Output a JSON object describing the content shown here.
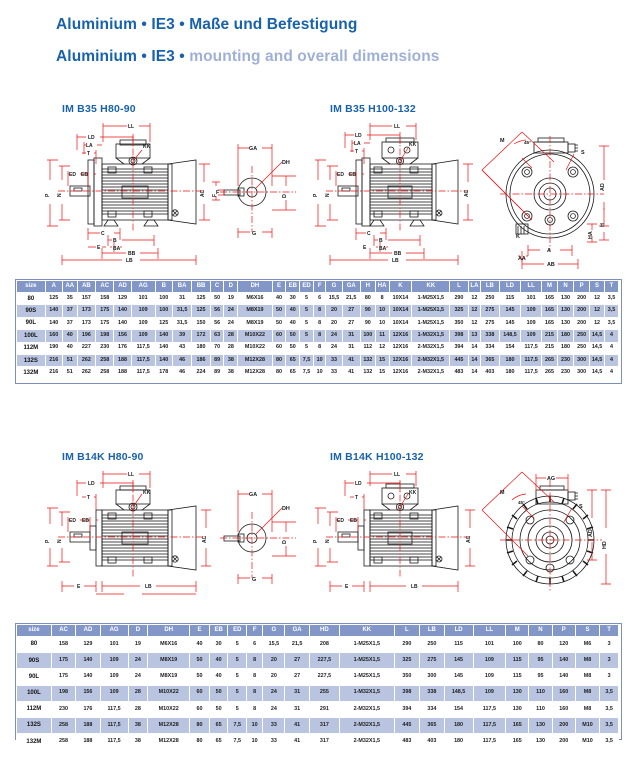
{
  "header": {
    "title_de": "Aluminium • IE3 • Maße und Befestigung",
    "title_en_prefix": "Aluminium • IE3 •",
    "title_en_rest": " mounting and overall dimensions"
  },
  "sections": [
    {
      "id": "b35-h80-90",
      "label": "IM B35 H80-90"
    },
    {
      "id": "b35-h100-132",
      "label": "IM B35 H100-132"
    },
    {
      "id": "b14k-h80-90",
      "label": "IM B14K H80-90"
    },
    {
      "id": "b14k-h100-132",
      "label": "IM B14K H100-132"
    }
  ],
  "drawing_labels": {
    "side_view": [
      "LD",
      "LL",
      "KK",
      "LA",
      "T",
      "ED",
      "EB",
      "P",
      "N",
      "AC",
      "F",
      "C",
      "B",
      "BA",
      "BB",
      "LB",
      "L",
      "E"
    ],
    "shaft_detail": [
      "GA",
      "DH",
      "D",
      "G",
      "F"
    ],
    "flange_b35": [
      "M",
      "45°",
      "S",
      "AD",
      "H",
      "K",
      "A",
      "AA",
      "AB"
    ],
    "flange_b14k": [
      "AG",
      "M",
      "45°",
      "S",
      "AD",
      "HD"
    ]
  },
  "table_b35": {
    "columns": [
      "size",
      "A",
      "AA",
      "AB",
      "AC",
      "AD",
      "AG",
      "B",
      "BA",
      "BB",
      "C",
      "D",
      "DH",
      "E",
      "EB",
      "ED",
      "F",
      "G",
      "GA",
      "H",
      "HA",
      "K",
      "KK",
      "L",
      "LA",
      "LB",
      "LD",
      "LL",
      "M",
      "N",
      "P",
      "S",
      "T"
    ],
    "rows": [
      [
        "80",
        "125",
        "35",
        "157",
        "158",
        "129",
        "101",
        "100",
        "31",
        "125",
        "50",
        "19",
        "M6X16",
        "40",
        "30",
        "5",
        "6",
        "15,5",
        "21,5",
        "80",
        "8",
        "10X14",
        "1-M25X1,5",
        "290",
        "12",
        "250",
        "115",
        "101",
        "165",
        "130",
        "200",
        "12",
        "3,5"
      ],
      [
        "90S",
        "140",
        "37",
        "173",
        "175",
        "140",
        "109",
        "100",
        "31,5",
        "125",
        "56",
        "24",
        "M8X19",
        "50",
        "40",
        "5",
        "8",
        "20",
        "27",
        "90",
        "10",
        "10X14",
        "1-M25X1,5",
        "325",
        "12",
        "275",
        "145",
        "109",
        "165",
        "130",
        "200",
        "12",
        "3,5"
      ],
      [
        "90L",
        "140",
        "37",
        "173",
        "175",
        "140",
        "109",
        "125",
        "31,5",
        "150",
        "56",
        "24",
        "M8X19",
        "50",
        "40",
        "5",
        "8",
        "20",
        "27",
        "90",
        "10",
        "10X14",
        "1-M25X1,5",
        "350",
        "12",
        "275",
        "145",
        "109",
        "165",
        "130",
        "200",
        "12",
        "3,5"
      ],
      [
        "100L",
        "160",
        "40",
        "196",
        "198",
        "156",
        "109",
        "140",
        "39",
        "172",
        "63",
        "28",
        "M10X22",
        "60",
        "50",
        "5",
        "8",
        "24",
        "31",
        "100",
        "11",
        "12X16",
        "1-M32X1,5",
        "398",
        "13",
        "338",
        "148,5",
        "109",
        "215",
        "180",
        "250",
        "14,5",
        "4"
      ],
      [
        "112M",
        "190",
        "40",
        "227",
        "230",
        "176",
        "117,5",
        "140",
        "43",
        "180",
        "70",
        "28",
        "M10X22",
        "60",
        "50",
        "5",
        "8",
        "24",
        "31",
        "112",
        "12",
        "12X16",
        "2-M32X1,5",
        "394",
        "14",
        "334",
        "154",
        "117,5",
        "215",
        "180",
        "250",
        "14,5",
        "4"
      ],
      [
        "132S",
        "216",
        "51",
        "262",
        "258",
        "188",
        "117,5",
        "140",
        "46",
        "186",
        "89",
        "38",
        "M12X28",
        "80",
        "65",
        "7,5",
        "10",
        "33",
        "41",
        "132",
        "15",
        "12X16",
        "2-M32X1,5",
        "445",
        "14",
        "365",
        "180",
        "117,5",
        "265",
        "230",
        "300",
        "14,5",
        "4"
      ],
      [
        "132M",
        "216",
        "51",
        "262",
        "258",
        "188",
        "117,5",
        "178",
        "46",
        "224",
        "89",
        "38",
        "M12X28",
        "80",
        "65",
        "7,5",
        "10",
        "33",
        "41",
        "132",
        "15",
        "12X16",
        "2-M32X1,5",
        "483",
        "14",
        "403",
        "180",
        "117,5",
        "265",
        "230",
        "300",
        "14,5",
        "4"
      ]
    ]
  },
  "table_b14k": {
    "columns": [
      "size",
      "AC",
      "AD",
      "AG",
      "D",
      "DH",
      "E",
      "EB",
      "ED",
      "F",
      "G",
      "GA",
      "HD",
      "KK",
      "L",
      "LB",
      "LD",
      "LL",
      "M",
      "N",
      "P",
      "S",
      "T"
    ],
    "rows": [
      [
        "80",
        "158",
        "129",
        "101",
        "19",
        "M6X16",
        "40",
        "30",
        "5",
        "6",
        "15,5",
        "21,5",
        "208",
        "1-M25X1,5",
        "290",
        "250",
        "115",
        "101",
        "100",
        "80",
        "120",
        "M6",
        "3"
      ],
      [
        "90S",
        "175",
        "140",
        "109",
        "24",
        "M8X19",
        "50",
        "40",
        "5",
        "8",
        "20",
        "27",
        "227,5",
        "1-M25X1,5",
        "325",
        "275",
        "145",
        "109",
        "115",
        "95",
        "140",
        "M8",
        "3"
      ],
      [
        "90L",
        "175",
        "140",
        "109",
        "24",
        "M8X19",
        "50",
        "40",
        "5",
        "8",
        "20",
        "27",
        "227,5",
        "1-M25X1,5",
        "350",
        "300",
        "145",
        "109",
        "115",
        "95",
        "140",
        "M8",
        "3"
      ],
      [
        "100L",
        "198",
        "156",
        "109",
        "28",
        "M10X22",
        "60",
        "50",
        "5",
        "8",
        "24",
        "31",
        "255",
        "1-M32X1,5",
        "398",
        "338",
        "148,5",
        "109",
        "130",
        "110",
        "160",
        "M8",
        "3,5"
      ],
      [
        "112M",
        "230",
        "176",
        "117,5",
        "28",
        "M10X22",
        "60",
        "50",
        "5",
        "8",
        "24",
        "31",
        "291",
        "2-M32X1,5",
        "394",
        "334",
        "154",
        "117,5",
        "130",
        "110",
        "160",
        "M8",
        "3,5"
      ],
      [
        "132S",
        "258",
        "188",
        "117,5",
        "38",
        "M12X28",
        "80",
        "65",
        "7,5",
        "10",
        "33",
        "41",
        "317",
        "2-M32X1,5",
        "445",
        "365",
        "180",
        "117,5",
        "165",
        "130",
        "200",
        "M10",
        "3,5"
      ],
      [
        "132M",
        "258",
        "188",
        "117,5",
        "38",
        "M12X28",
        "80",
        "65",
        "7,5",
        "10",
        "33",
        "41",
        "317",
        "2-M32X1,5",
        "483",
        "403",
        "180",
        "117,5",
        "165",
        "130",
        "200",
        "M10",
        "3,5"
      ]
    ]
  },
  "colors": {
    "brand_blue": "#1862ac",
    "title_muted": "#9fb0d8",
    "table_header": "#8296c8",
    "table_row_alt": "#b9c4e0",
    "dimension_red": "#ee1111",
    "drawing_black": "#1a1a1a"
  }
}
